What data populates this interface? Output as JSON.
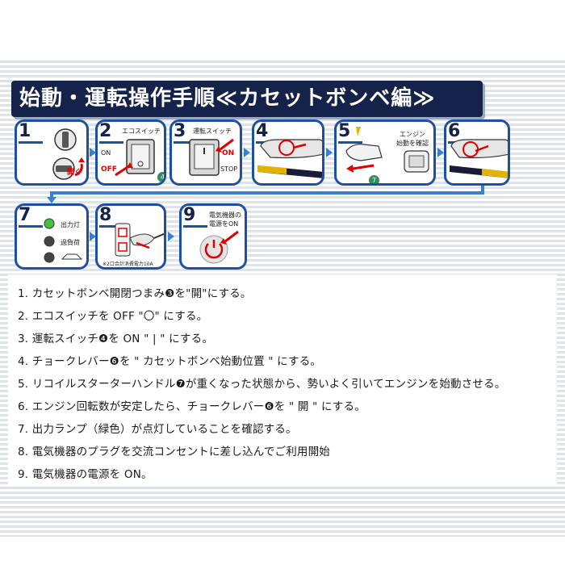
{
  "title": "始動・運転操作手順≪カセットボンベ編≫",
  "steps": {
    "s1": {
      "num": "1",
      "open_label": "開く"
    },
    "s2": {
      "num": "2",
      "title": "エコスイッチ",
      "on": "ON",
      "off": "OFF",
      "badge": "4"
    },
    "s3": {
      "num": "3",
      "title": "運転スイッチ",
      "on": "ON",
      "stop": "STOP"
    },
    "s4": {
      "num": "4"
    },
    "s5": {
      "num": "5",
      "check_label": "エンジン\n始動を確認",
      "badge": "7"
    },
    "s6": {
      "num": "6"
    },
    "s7": {
      "num": "7",
      "lamp_output": "出力灯",
      "lamp_overload": "過負荷",
      "lamp_oil": ""
    },
    "s8": {
      "num": "8",
      "note": "※2口合計消費電力10A"
    },
    "s9": {
      "num": "9",
      "text_line1": "電気機器の",
      "text_line2": "電源をON"
    }
  },
  "instructions": [
    "1. カセットボンベ開閉つまみ❸を\"開\"にする。",
    "2. エコスイッチを OFF \"〇\" にする。",
    "3. 運転スイッチ❹を ON \" | \" にする。",
    "4. チョークレバー❻を \" カセットボンベ始動位置 \" にする。",
    "5. リコイルスターターハンドル❼が重くなった状態から、勢いよく引いてエンジンを始動させる。",
    "6. エンジン回転数が安定したら、チョークレバー❻を \" 開 \" にする。",
    "7. 出力ランプ（緑色）が点灯していることを確認する。",
    "8. 電気機器のプラグを交流コンセントに差し込んでご利用開始",
    "9. 電気機器の電源を ON。"
  ],
  "colors": {
    "title_bg": "#15224a",
    "step_border": "#1f4fa0",
    "flow_arrow": "#3a7fd0",
    "accent_red": "#e00000",
    "stripe": "#dbe4ef"
  }
}
